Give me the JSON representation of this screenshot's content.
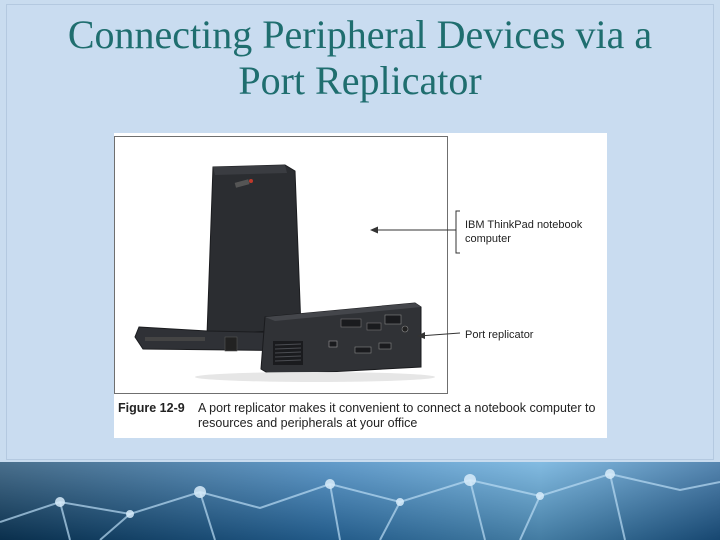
{
  "slide": {
    "title_line1": "Connecting Peripheral Devices via a",
    "title_line2": "Port Replicator"
  },
  "figure": {
    "callouts": [
      {
        "text": "IBM ThinkPad notebook computer"
      },
      {
        "text": "Port replicator"
      }
    ],
    "caption_number": "Figure 12-9",
    "caption_text": "A port replicator makes it convenient to connect a notebook computer to resources and peripherals at your office"
  },
  "colors": {
    "title": "#1f6e6f",
    "background": "#c9dcef",
    "footer_dark": "#0d3f66",
    "footer_light": "#5aa5d8"
  }
}
